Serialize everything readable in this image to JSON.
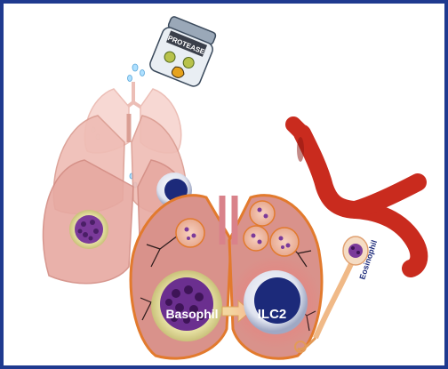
{
  "labels": {
    "jar": "PROTEASE",
    "basophil": "Basophil",
    "ilc2": "ILC2",
    "eosinophil": "Eosinophil"
  },
  "colors": {
    "frame": "#1f3a8f",
    "lung_back": "#f3c9c2",
    "lung_mid": "#e6a8a0",
    "lung_front": "#d98a86",
    "lung_outline": "#d9742f",
    "vessel": "#c92b1e",
    "basophil": "#6b2f8f",
    "ilc2": "#1c2a7a"
  }
}
